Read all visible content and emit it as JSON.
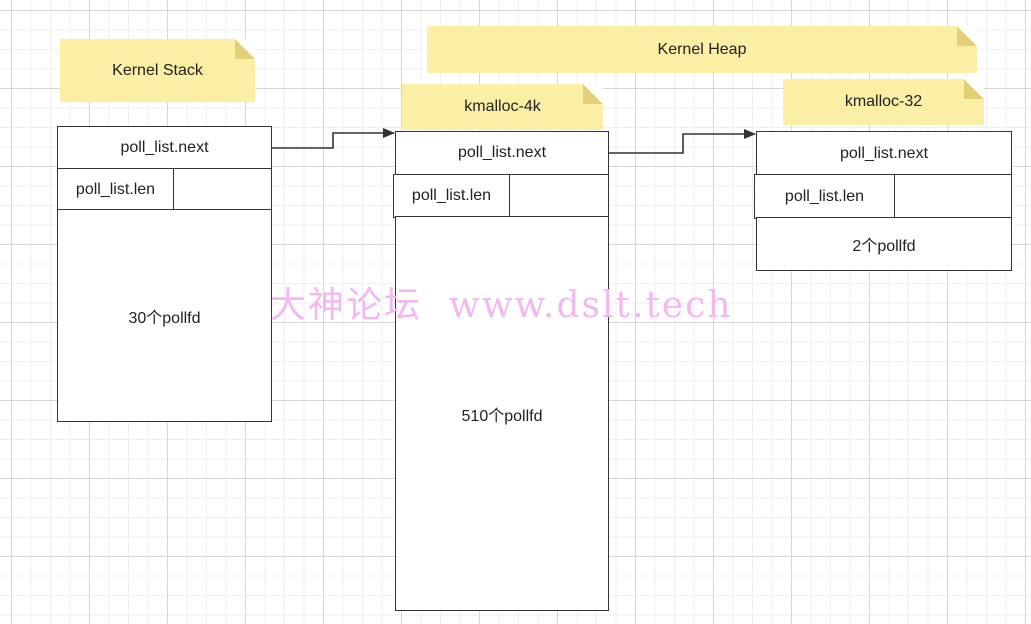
{
  "notes": {
    "kernel_stack": "Kernel Stack",
    "kernel_heap": "Kernel Heap",
    "kmalloc_4k": "kmalloc-4k",
    "kmalloc_32": "kmalloc-32"
  },
  "stack_struct": {
    "next": "poll_list.next",
    "len": "poll_list.len",
    "entries": "30个pollfd"
  },
  "heap4k_struct": {
    "next": "poll_list.next",
    "len": "poll_list.len",
    "entries": "510个pollfd"
  },
  "heap32_struct": {
    "next": "poll_list.next",
    "len": "poll_list.len",
    "entries": "2个pollfd"
  },
  "watermark": "大神论坛  www.dslt.tech",
  "colors": {
    "note_fill": "#fbeea5",
    "stroke": "#333333",
    "watermark": "#f4b8f0"
  }
}
